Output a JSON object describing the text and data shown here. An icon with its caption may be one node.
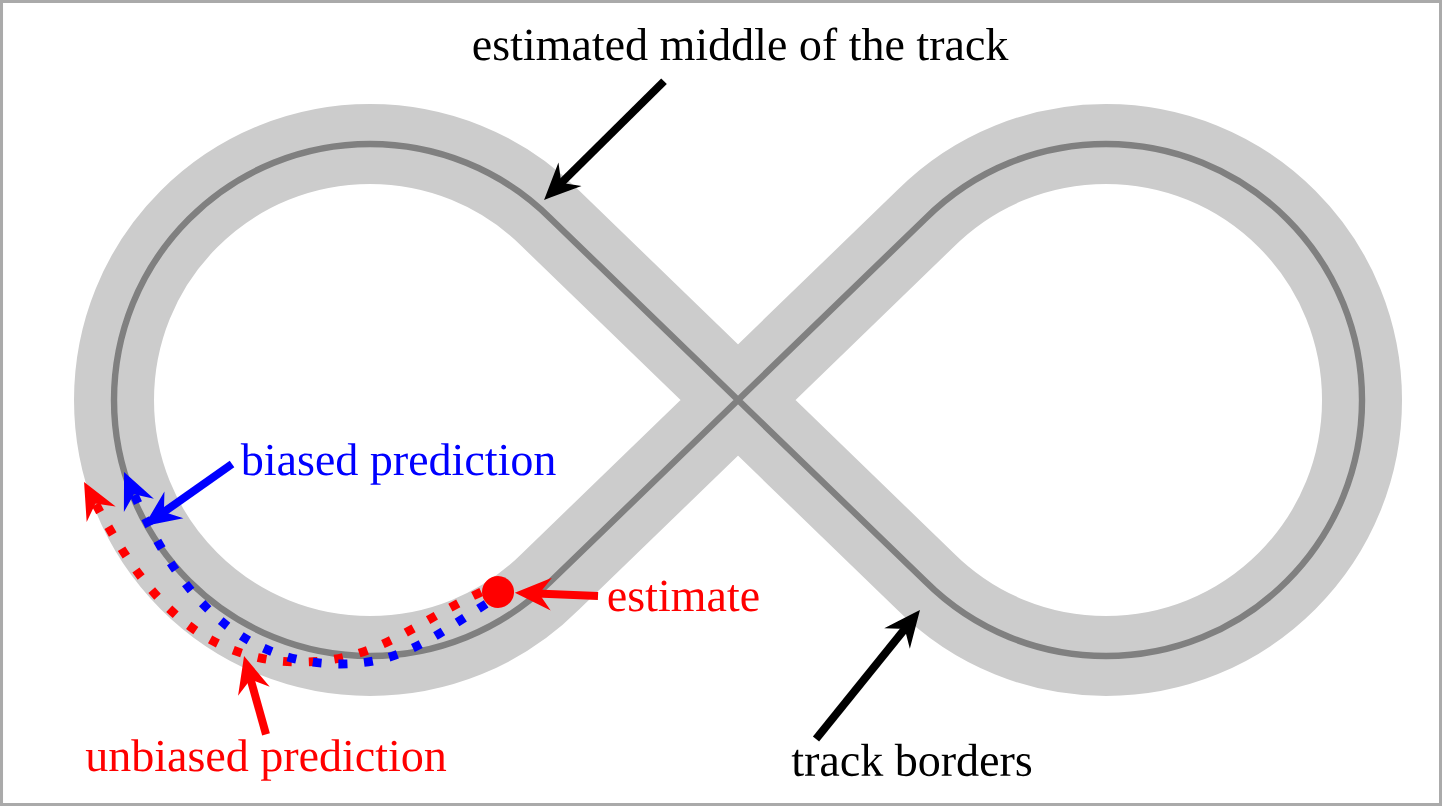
{
  "diagram": {
    "nodes": [
      {
        "text": [
          "estimated middle of the track"
        ]
      },
      {
        "text": [
          "biased prediction"
        ]
      },
      {
        "text": [
          "estimate"
        ]
      },
      {
        "text": [
          "unbiased prediction"
        ]
      },
      {
        "text": [
          "track borders"
        ]
      },
      {
        "text": [],
        "shape": "circle"
      }
    ],
    "edges": [
      {
        "from": 0,
        "to": null,
        "arrow": "to",
        "color": "#000000"
      },
      {
        "from": 1,
        "to": null,
        "arrow": "to",
        "color": "#0000ff"
      },
      {
        "from": 2,
        "to": 5,
        "arrow": "to",
        "color": "#ff0000"
      },
      {
        "from": 3,
        "to": null,
        "arrow": "to",
        "color": "#ff0000"
      },
      {
        "from": 4,
        "to": null,
        "arrow": "to",
        "color": "#000000"
      },
      {
        "from": 5,
        "to": null,
        "arrow": "to",
        "style": "dashed",
        "color": "#ff0000"
      },
      {
        "from": 5,
        "to": null,
        "arrow": "to",
        "style": "dashed",
        "color": "#0000ff"
      }
    ]
  }
}
